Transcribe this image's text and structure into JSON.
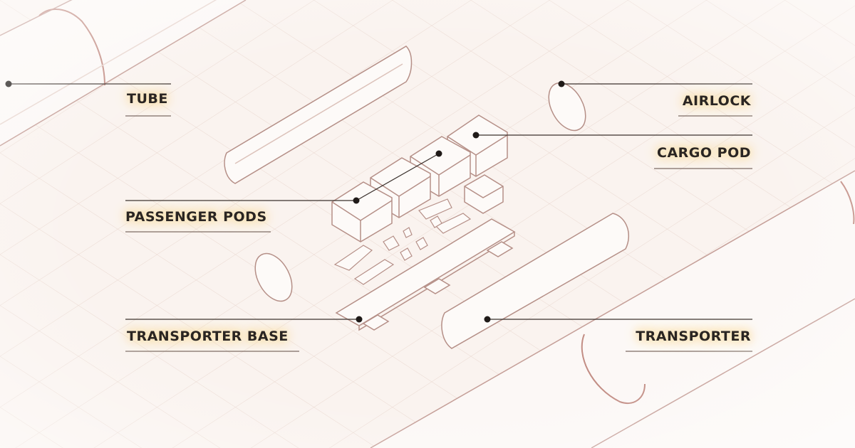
{
  "diagram": {
    "labels": {
      "tube": "TUBE",
      "airlock": "AIRLOCK",
      "cargo_pod": "CARGO POD",
      "passenger_pods": "PASSENGER PODS",
      "transporter_base": "TRANSPORTER BASE",
      "transporter": "TRANSPORTER"
    },
    "colors": {
      "background": "#faf3ef",
      "grid": "#ead9d1",
      "outline": "#b58f87",
      "face": "#fdf9f7",
      "leader": "#3a302c",
      "label_glow": "#f9dfa6"
    }
  }
}
